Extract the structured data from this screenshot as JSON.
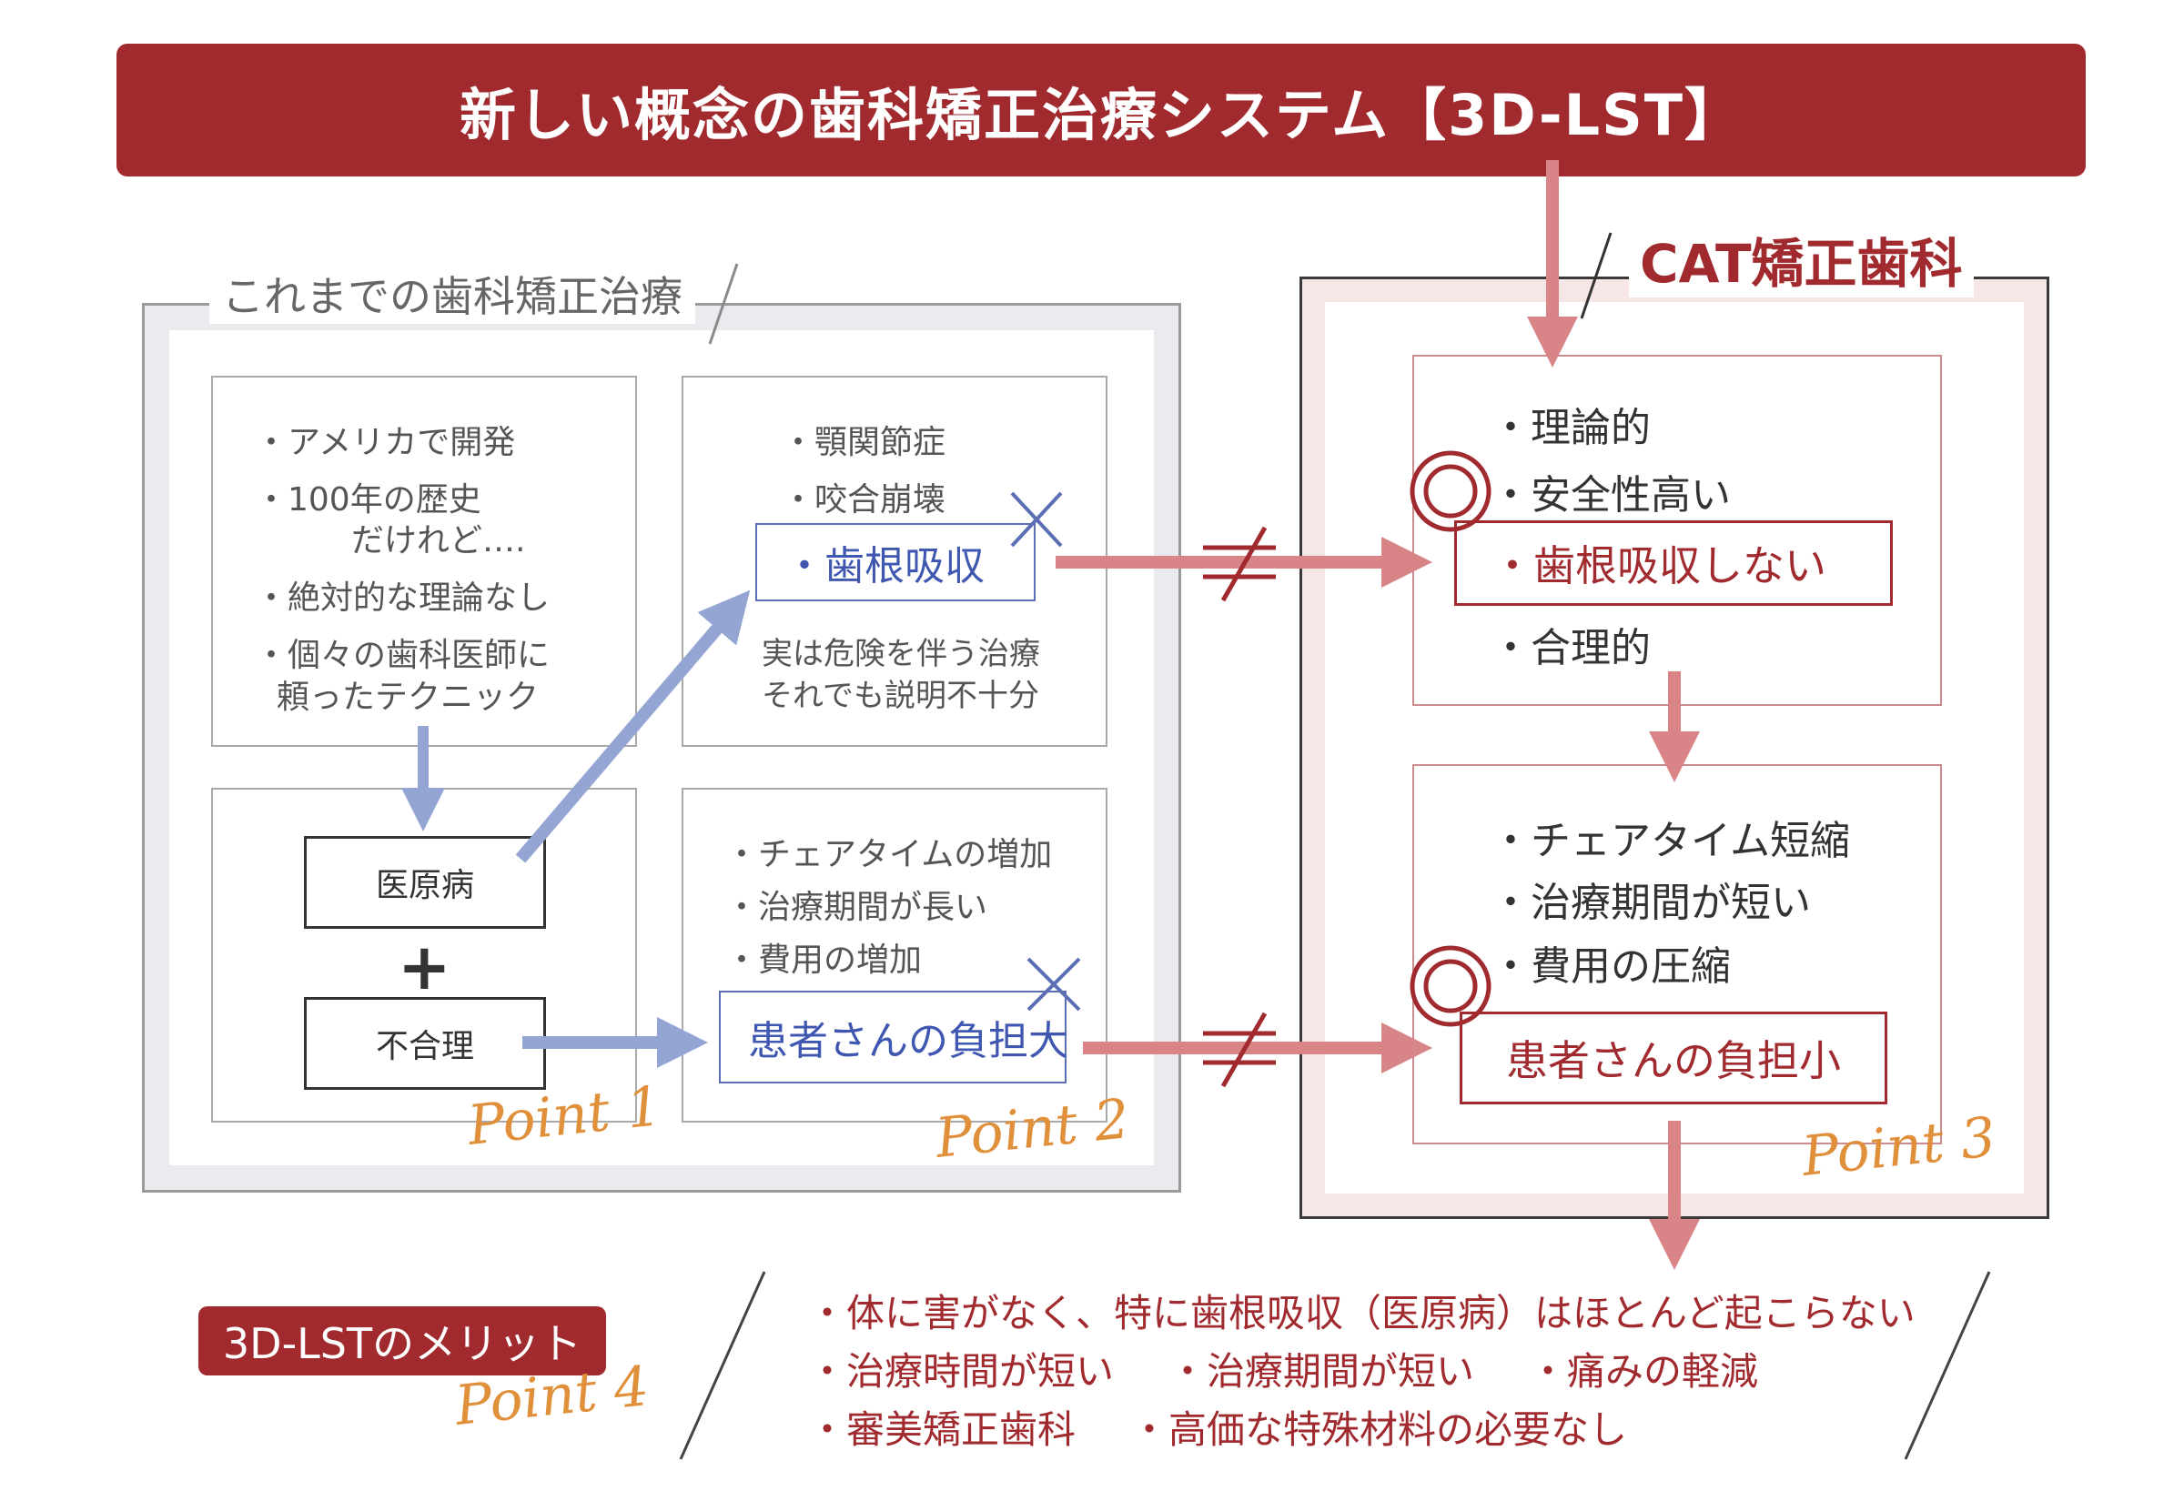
{
  "title": "新しい概念の歯科矯正治療システム【3D-LST】",
  "left_panel": {
    "label": "これまでの歯科矯正治療",
    "box1": {
      "items": [
        "・アメリカで開発",
        "・100年の歴史",
        "だけれど….",
        "・絶対的な理論なし",
        "・個々の歯科医師に",
        "頼ったテクニック"
      ]
    },
    "box2": {
      "items": [
        "・顎関節症",
        "・咬合崩壊"
      ],
      "highlight": "・歯根吸収",
      "note1": "実は危険を伴う治療",
      "note2": "それでも説明不十分"
    },
    "box3": {
      "label1": "医原病",
      "plus": "+",
      "label2": "不合理"
    },
    "box4": {
      "items": [
        "・チェアタイムの増加",
        "・治療期間が長い",
        "・費用の増加"
      ],
      "highlight": "患者さんの負担大"
    },
    "point1": "Point 1",
    "point2": "Point 2"
  },
  "right_panel": {
    "label": "CAT矯正歯科",
    "box1": {
      "items": [
        "・理論的",
        "・安全性高い"
      ],
      "highlight": "・歯根吸収しない",
      "item_after": "・合理的"
    },
    "box2": {
      "items": [
        "・チェアタイム短縮",
        "・治療期間が短い",
        "・費用の圧縮"
      ],
      "highlight": "患者さんの負担小"
    },
    "point3": "Point 3"
  },
  "merits": {
    "badge": "3D-LSTのメリット",
    "point4": "Point 4",
    "line1": "・体に害がなく、特に歯根吸収（医原病）はほとんど起こらない",
    "line2": [
      "・治療時間が短い",
      "・治療期間が短い",
      "・痛みの軽減"
    ],
    "line3": [
      "・審美矯正歯科",
      "・高価な特殊材料の必要なし"
    ]
  },
  "colors": {
    "brand_red": "#a12a2f",
    "arrow_red": "#d98588",
    "arrow_blue": "#95a5d3",
    "highlight_blue": "#3f57b0",
    "point_orange": "#e08f3a"
  }
}
